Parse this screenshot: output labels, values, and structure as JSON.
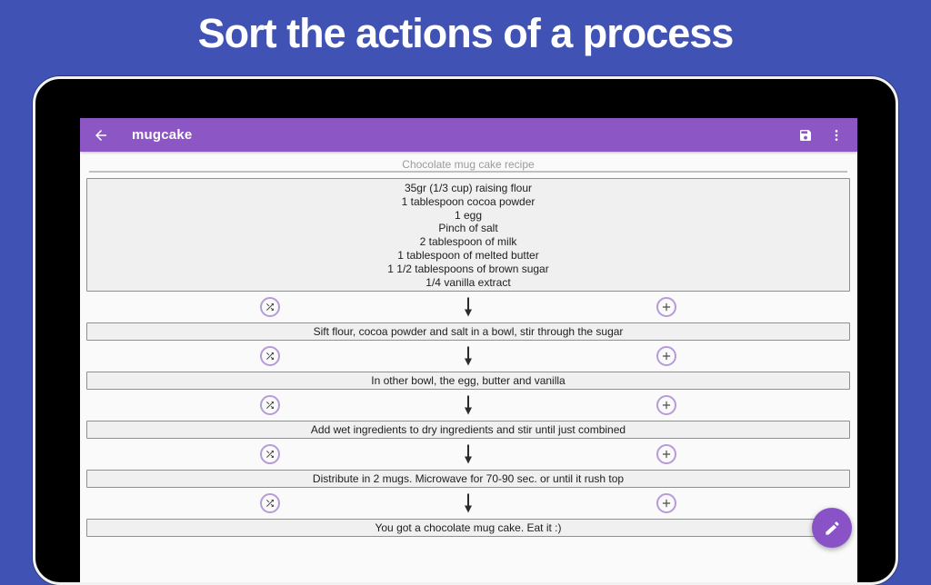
{
  "page": {
    "title": "Sort the actions of a process"
  },
  "app": {
    "toolbar": {
      "title": "mugcake",
      "icons": {
        "back": "arrow-back",
        "save": "floppy-disk",
        "overflow": "more-vert-dots"
      }
    },
    "recipe": {
      "title": "Chocolate mug cake recipe",
      "ingredients": [
        "35gr (1/3 cup) raising flour",
        "1 tablespoon cocoa powder",
        "1 egg",
        "Pinch of salt",
        "2 tablespoon of milk",
        "1 tablespoon of melted butter",
        "1 1/2 tablespoons of brown sugar",
        "1/4 vanilla extract"
      ],
      "steps": [
        "Sift flour, cocoa powder and salt in a bowl, stir through the sugar",
        "In other bowl, the egg, butter and vanilla",
        "Add wet ingredients to dry ingredients and stir until just combined",
        "Distribute in 2 mugs. Microwave for 70-90 sec. or until it rush top",
        "You got a chocolate mug cake. Eat it :)"
      ],
      "connector_icons": {
        "left": "shuffle-arrows",
        "middle": "down-arrow",
        "right": "plus"
      }
    },
    "fab_icon": "pencil"
  },
  "colors": {
    "background": "#4053b4",
    "toolbar": "#8c57c5",
    "fab": "#8a52c7",
    "icon_ring": "#b79bd8",
    "screen": "#fafafa",
    "box_fill": "#f0f0f0",
    "box_border": "#8f8f8f",
    "step_text": "#1d1d1d",
    "muted_text": "#9b9b9b"
  }
}
